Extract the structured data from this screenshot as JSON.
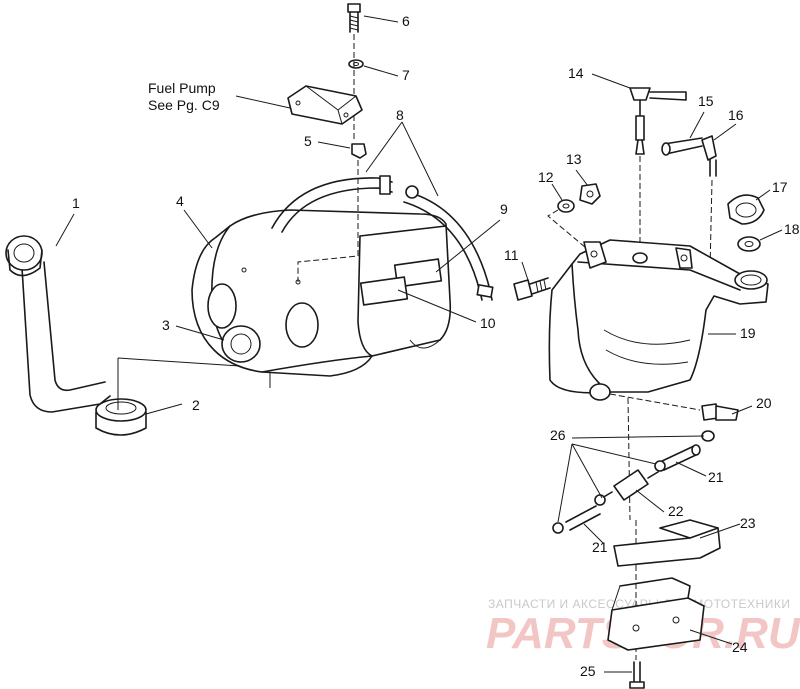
{
  "callouts": {
    "c1": "1",
    "c2": "2",
    "c3": "3",
    "c4": "4",
    "c5": "5",
    "c6": "6",
    "c7": "7",
    "c8": "8",
    "c9": "9",
    "c10": "10",
    "c11": "11",
    "c12": "12",
    "c13": "13",
    "c14": "14",
    "c15": "15",
    "c16": "16",
    "c17": "17",
    "c18": "18",
    "c19": "19",
    "c20": "20",
    "c21a": "21",
    "c21b": "21",
    "c22": "22",
    "c23": "23",
    "c24": "24",
    "c25": "25",
    "c26": "26"
  },
  "note": {
    "line1": "Fuel Pump",
    "line2": "See Pg. C9"
  },
  "watermark": {
    "line1": "ЗАПЧАСТИ И АКСЕССУАРЫ ДЛЯ МОТОТЕХНИКИ",
    "line2": "PARTSFOR.RU"
  }
}
